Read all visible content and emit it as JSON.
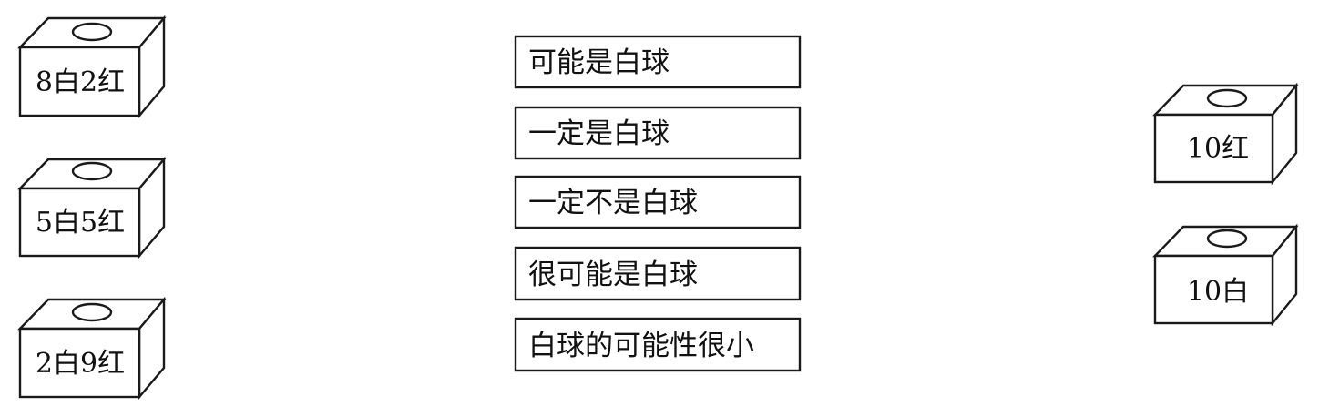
{
  "left_boxes": [
    {
      "label": "8白2红"
    },
    {
      "label": "5白5红"
    },
    {
      "label": "2白9红"
    }
  ],
  "statements": [
    {
      "text": "可能是白球"
    },
    {
      "text": "一定是白球"
    },
    {
      "text": "一定不是白球"
    },
    {
      "text": "很可能是白球"
    },
    {
      "text": "白球的可能性很小"
    }
  ],
  "right_boxes": [
    {
      "label": "10红"
    },
    {
      "label": "10白"
    }
  ]
}
